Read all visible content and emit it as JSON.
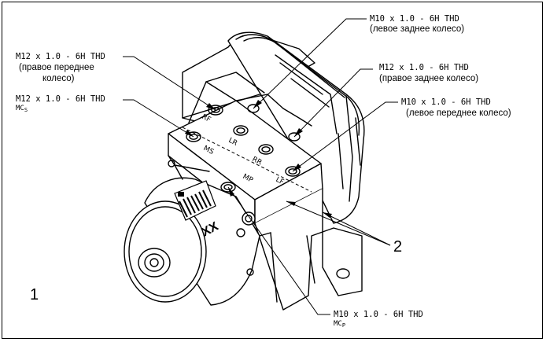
{
  "figure_number": "1",
  "callout_number": "2",
  "labels": {
    "mc_s_thread": "M12 x 1.0 - 6H THD",
    "mc_s_name": "MC",
    "mc_s_sub": "S",
    "front_right_thread": "M12 x 1.0 - 6H THD",
    "front_right_wheel_line1": "(правое переднее",
    "front_right_wheel_line2": "колесо)",
    "rear_left_thread": "M10 x 1.0 - 6H THD",
    "rear_left_wheel": "(левое заднее колесо)",
    "rear_right_thread": "M12 x 1.0 - 6H THD",
    "rear_right_wheel": "(правое заднее колесо)",
    "front_left_thread": "M10 x 1.0 - 6H THD",
    "front_left_wheel": "(левое переднее колесо)",
    "mc_p_thread": "M10 x 1.0 - 6H THD",
    "mc_p_name": "MC",
    "mc_p_sub": "P"
  },
  "port_marks": {
    "ms": "MS",
    "rf": "RF",
    "lr": "LR",
    "rr": "RR",
    "mp": "MP",
    "lf": "LF"
  },
  "module_marking": "XX"
}
